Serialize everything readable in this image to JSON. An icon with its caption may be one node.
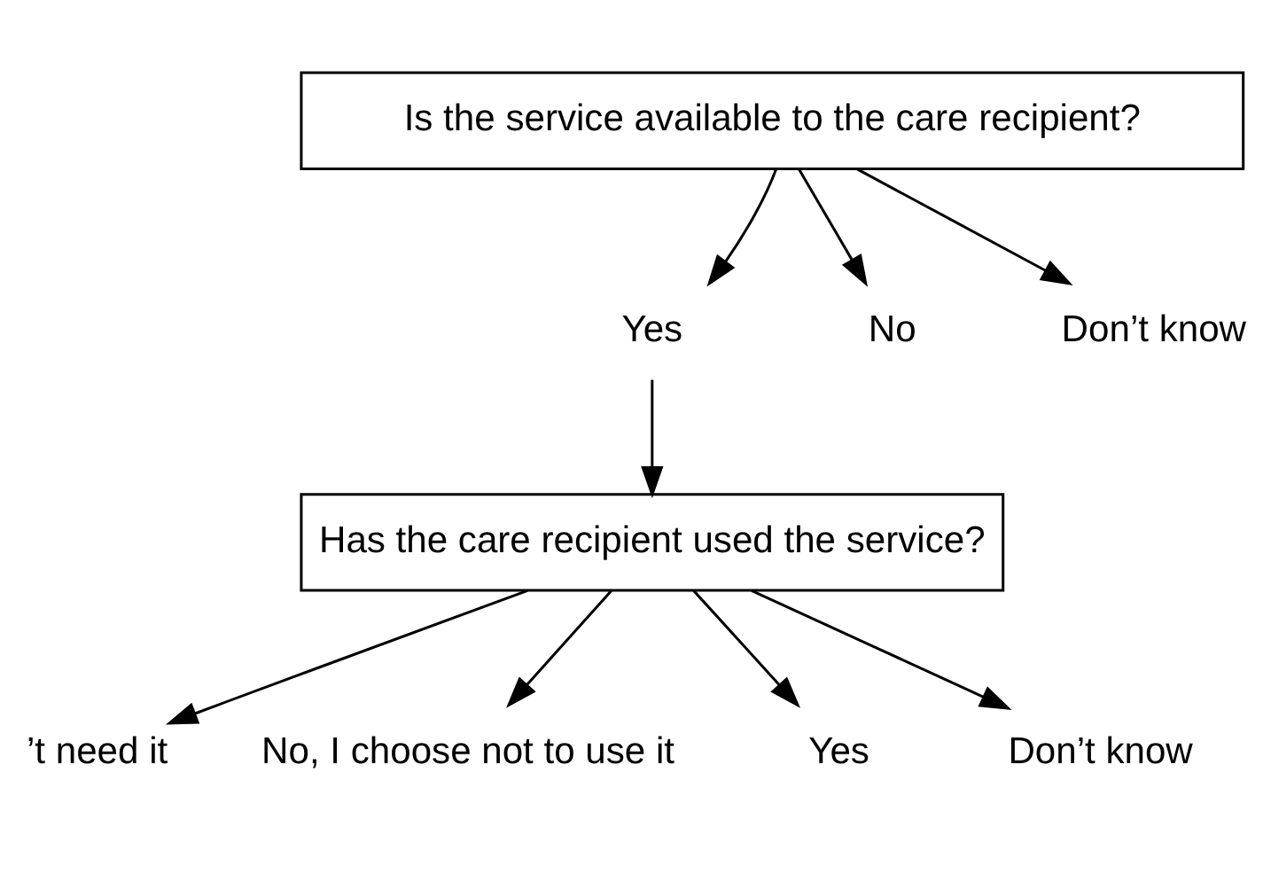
{
  "diagram": {
    "nodes": [
      {
        "text": [
          "Is the service available to the care recipient?"
        ]
      },
      {
        "text": [
          "Yes"
        ]
      },
      {
        "text": [
          "No"
        ]
      },
      {
        "text": [
          "Don’t know"
        ]
      },
      {
        "text": [
          "Has the care recipient used the service?"
        ]
      },
      {
        "text": [
          "’t need it"
        ]
      },
      {
        "text": [
          "No, I choose not to use it"
        ]
      },
      {
        "text": [
          "Yes"
        ]
      },
      {
        "text": [
          "Don’t know"
        ]
      }
    ],
    "edges": [
      {
        "from": 0,
        "to": 1,
        "arrow": "to"
      },
      {
        "from": 0,
        "to": 2,
        "arrow": "to"
      },
      {
        "from": 0,
        "to": 3,
        "arrow": "to"
      },
      {
        "from": 1,
        "to": 4,
        "arrow": "to"
      },
      {
        "from": 4,
        "to": 5,
        "arrow": "to"
      },
      {
        "from": 4,
        "to": 6,
        "arrow": "to"
      },
      {
        "from": 4,
        "to": 7,
        "arrow": "to"
      },
      {
        "from": 4,
        "to": 8,
        "arrow": "to"
      }
    ]
  }
}
